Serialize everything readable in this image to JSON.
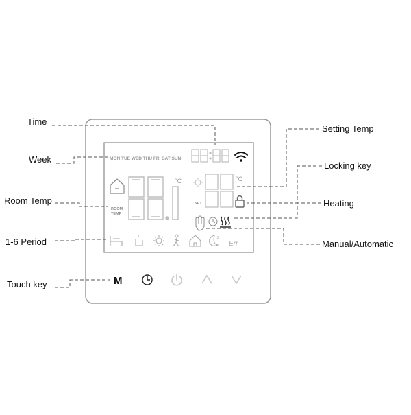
{
  "callouts": {
    "time": "Time",
    "week": "Week",
    "room_temp": "Room Temp",
    "period": "1-6 Period",
    "touch_key": "Touch key",
    "setting_temp": "Setting Temp",
    "locking_key": "Locking key",
    "heating": "Heating",
    "manual_auto": "Manual/Automatic"
  },
  "lcd": {
    "weekdays": [
      "MON",
      "TUE",
      "WED",
      "THU",
      "FRI",
      "SAT",
      "SUN"
    ],
    "room_label_line1": "ROOM",
    "room_label_line2": "TEMP",
    "set_label": "SET",
    "unit": "°C",
    "error_text": "Err"
  },
  "keys": {
    "mode_label": "M"
  },
  "colors": {
    "outline": "#9a9a9a",
    "segment": "#bdbdbd",
    "text": "#111111",
    "leader": "#555555",
    "key_dim": "#c8c8c8"
  }
}
